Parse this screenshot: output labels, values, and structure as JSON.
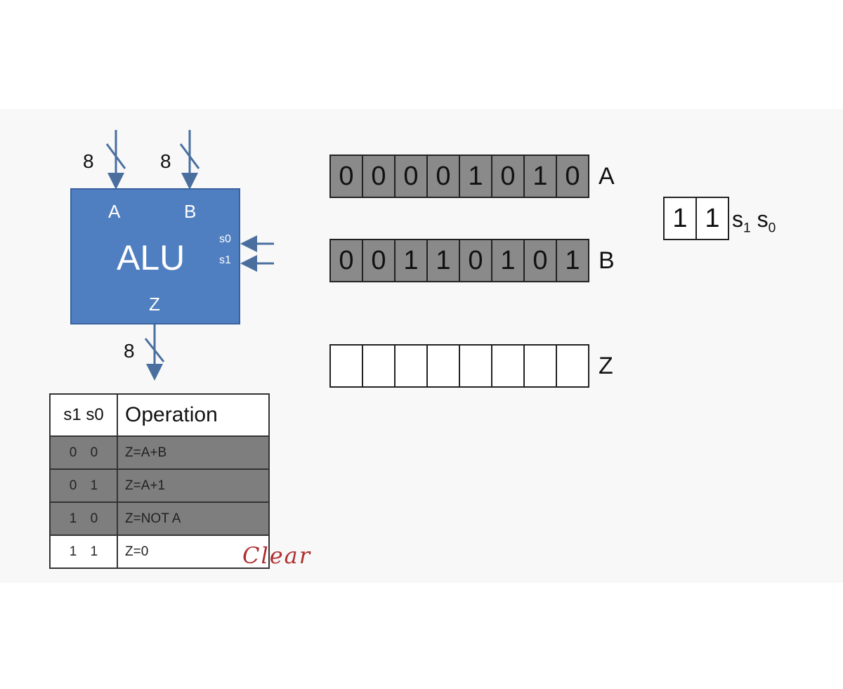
{
  "alu": {
    "title": "ALU",
    "in_a": "A",
    "in_b": "B",
    "out_z": "Z",
    "sel0": "s0",
    "sel1": "s1",
    "bus_width_a": "8",
    "bus_width_b": "8",
    "bus_width_z": "8"
  },
  "registers": [
    {
      "label": "A",
      "bits": [
        "0",
        "0",
        "0",
        "0",
        "1",
        "0",
        "1",
        "0"
      ]
    },
    {
      "label": "B",
      "bits": [
        "0",
        "0",
        "1",
        "1",
        "0",
        "1",
        "0",
        "1"
      ]
    },
    {
      "label": "Z",
      "bits": [
        "",
        "",
        "",
        "",
        "",
        "",
        "",
        ""
      ]
    }
  ],
  "select": {
    "bits": [
      "1",
      "1"
    ],
    "label_s1": "s",
    "sub1": "1",
    "label_s0": "s",
    "sub0": "0"
  },
  "table": {
    "header_sel": "s1 s0",
    "header_op": "Operation",
    "rows": [
      {
        "sel": "0 0",
        "op": "Z=A+B"
      },
      {
        "sel": "0 1",
        "op": "Z=A+1"
      },
      {
        "sel": "1 0",
        "op": "Z=NOT A"
      },
      {
        "sel": "1 1",
        "op": "Z=0"
      }
    ]
  },
  "annotation": "Clear",
  "colors": {
    "alu": "#4f7fc0",
    "arrow": "#4a6f9f",
    "ink": "#b03030"
  }
}
